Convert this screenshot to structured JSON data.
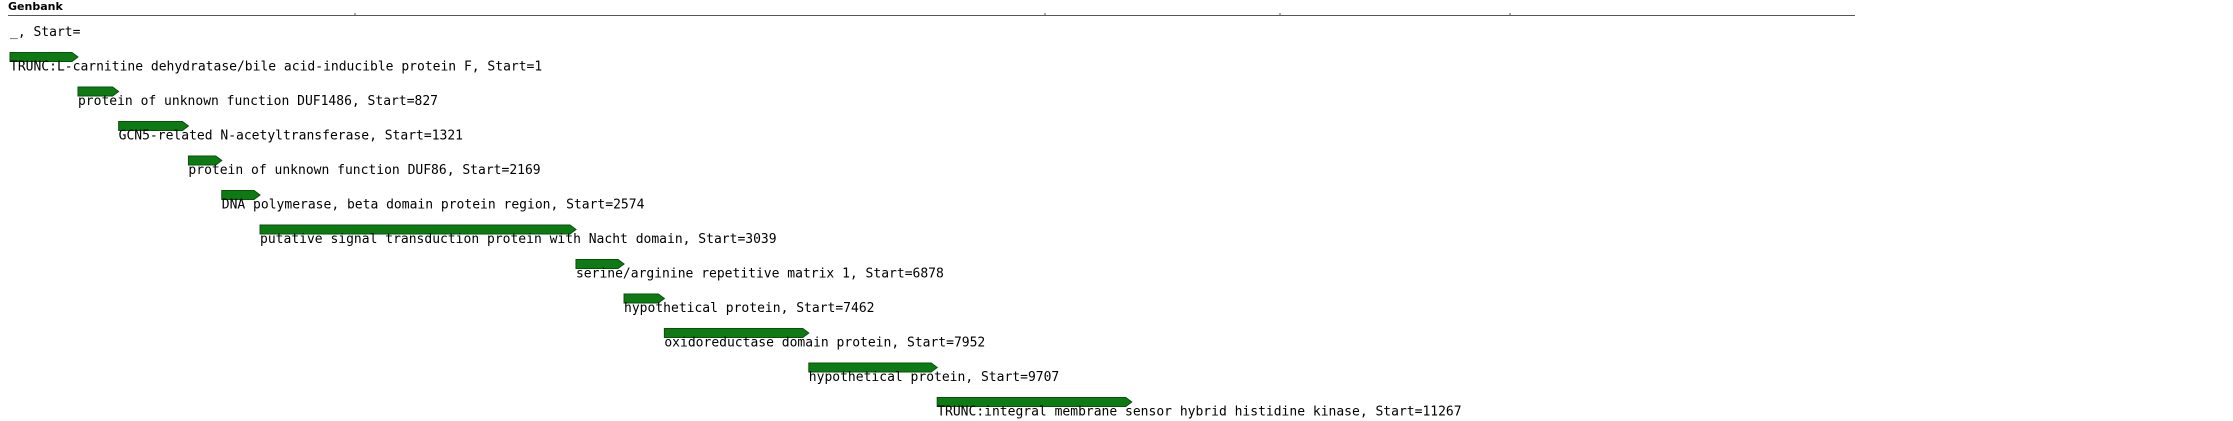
{
  "track": {
    "title": "Genbank",
    "colors": {
      "feature_fill": "#0e7a13",
      "feature_stroke": "#0a4f0d",
      "ruler": "#555555"
    }
  },
  "features": [
    {
      "label": "_, Start=",
      "start": null,
      "end": null
    },
    {
      "label": "TRUNC:L-carnitine dehydratase/bile acid-inducible protein F, Start=1",
      "start": 1,
      "end": 826
    },
    {
      "label": "protein of unknown function DUF1486, Start=827",
      "start": 827,
      "end": 1320
    },
    {
      "label": "GCN5-related N-acetyltransferase, Start=1321",
      "start": 1321,
      "end": 2168
    },
    {
      "label": "protein of unknown function DUF86, Start=2169",
      "start": 2169,
      "end": 2573
    },
    {
      "label": "DNA polymerase, beta domain protein region, Start=2574",
      "start": 2574,
      "end": 3038
    },
    {
      "label": "putative signal transduction protein with Nacht domain, Start=3039",
      "start": 3039,
      "end": 6877
    },
    {
      "label": "serine/arginine repetitive matrix 1, Start=6878",
      "start": 6878,
      "end": 7461
    },
    {
      "label": "hypothetical protein, Start=7462",
      "start": 7462,
      "end": 7951
    },
    {
      "label": "oxidoreductase domain protein, Start=7952",
      "start": 7952,
      "end": 9706
    },
    {
      "label": "hypothetical protein, Start=9707",
      "start": 9707,
      "end": 11266
    },
    {
      "label": "TRUNC:integral membrane sensor hybrid histidine kinase, Start=11267",
      "start": 11267,
      "end": 13630
    }
  ]
}
